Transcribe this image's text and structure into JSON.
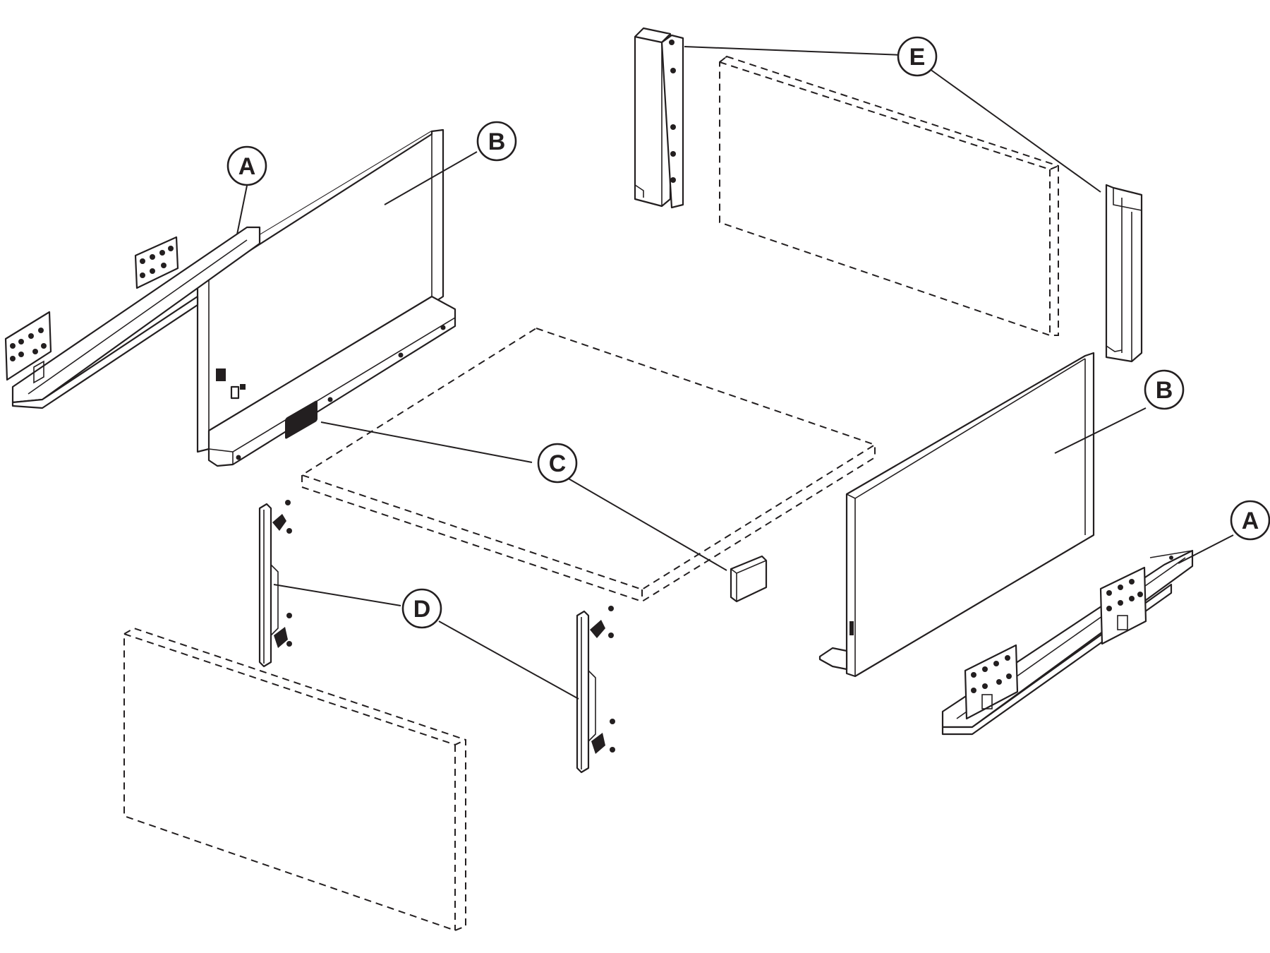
{
  "callouts": {
    "rail": "A",
    "side_panel": "B",
    "cover_cap": "C",
    "front_bracket": "D",
    "rear_bracket": "E"
  }
}
